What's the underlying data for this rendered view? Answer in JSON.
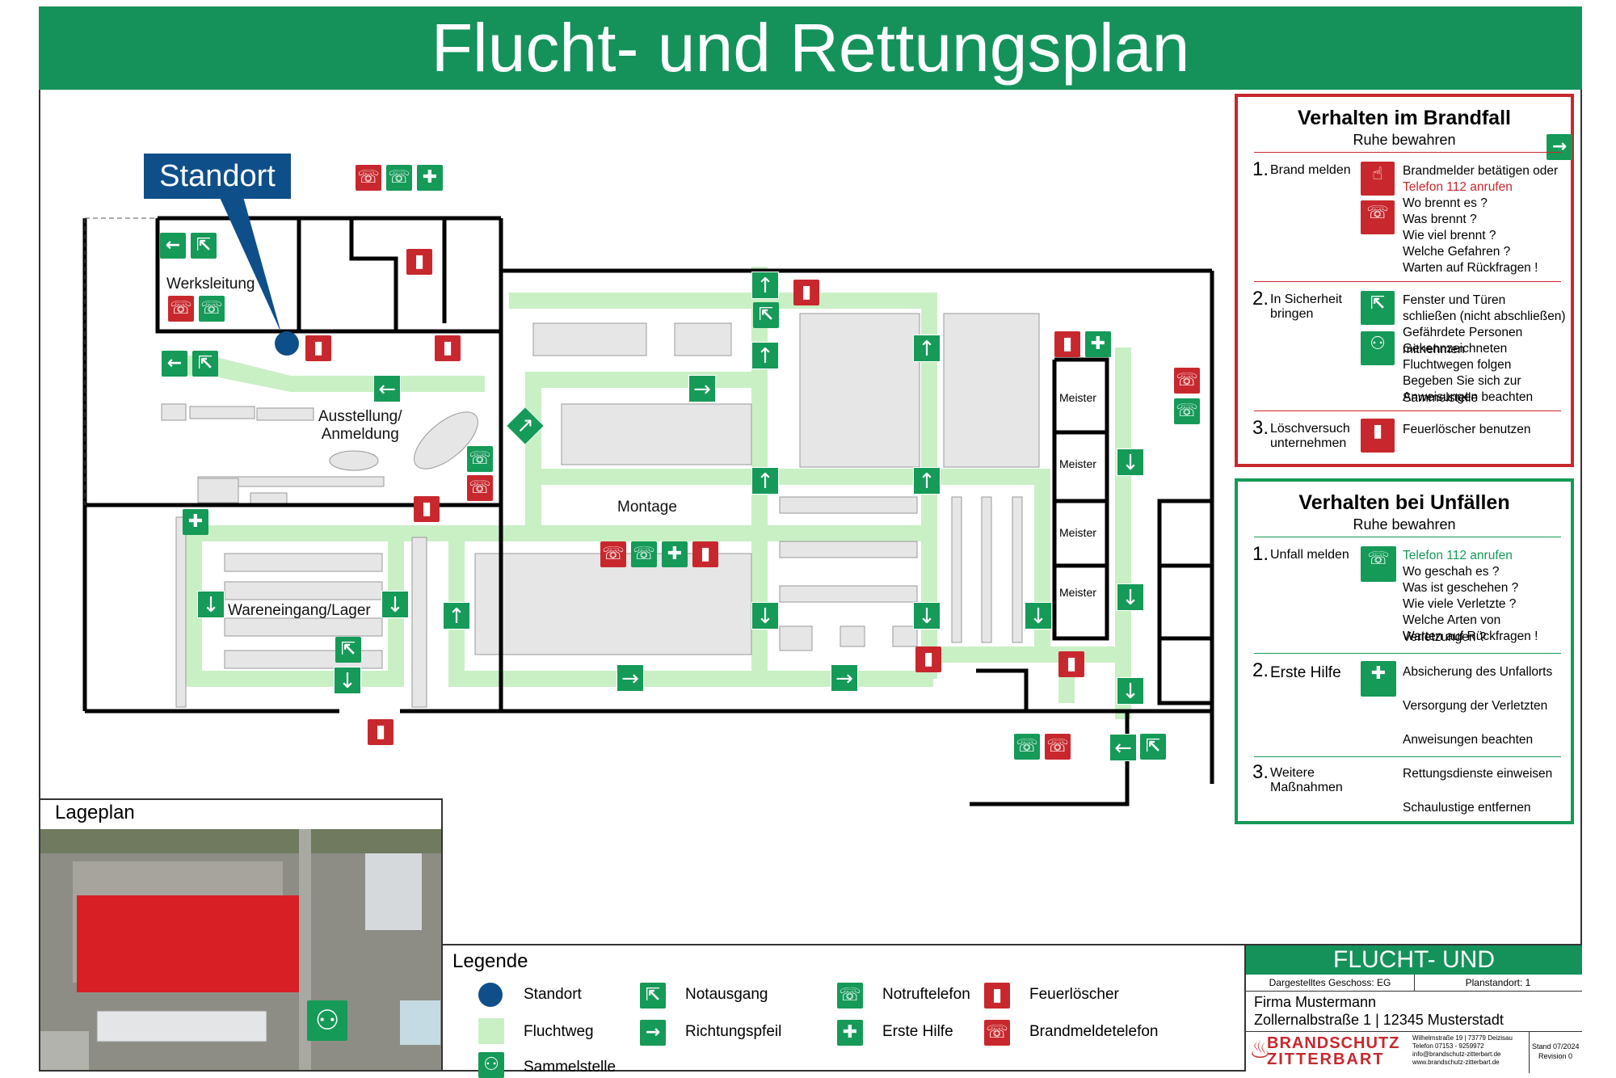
{
  "title": "Flucht- und Rettungsplan",
  "standort_label": "Standort",
  "rooms": {
    "werksleitung": "Werksleitung",
    "ausstellung": "Ausstellung/\nAnmeldung",
    "montage": "Montage",
    "wareneingang": "Wareneingang/Lager",
    "meister": [
      "Meister",
      "Meister",
      "Meister",
      "Meister"
    ]
  },
  "brandfall": {
    "title": "Verhalten im Brandfall",
    "subtitle": "Ruhe bewahren",
    "steps": [
      {
        "num": "1.",
        "label": "Brand melden",
        "lines": [
          "Brandmelder betätigen oder",
          "Telefon 112 anrufen",
          "Wo brennt es ?",
          "Was brennt ?",
          "Wie viel brennt ?",
          "Welche Gefahren ?",
          "Warten auf Rückfragen !"
        ]
      },
      {
        "num": "2.",
        "label": "In Sicherheit\nbringen",
        "lines": [
          "Fenster und Türen",
          "schließen (nicht abschließen)",
          "Gefährdete Personen mitnehmen",
          "Gekennzeichneten",
          "Fluchtwegen folgen",
          "Begeben Sie sich zur Sammelstelle",
          "Anweisungen beachten"
        ]
      },
      {
        "num": "3.",
        "label": "Löschversuch\nunternehmen",
        "lines": [
          "Feuerlöscher benutzen"
        ]
      }
    ],
    "color": "#c8282d"
  },
  "unfall": {
    "title": "Verhalten bei Unfällen",
    "subtitle": "Ruhe bewahren",
    "steps": [
      {
        "num": "1.",
        "label": "Unfall melden",
        "lines": [
          "Telefon 112 anrufen",
          "Wo geschah es ?",
          "Was ist geschehen ?",
          "Wie viele Verletzte ?",
          "Welche Arten von Verletzungen ?",
          "Warten auf Rückfragen !"
        ]
      },
      {
        "num": "2.",
        "label": "Erste Hilfe",
        "lines": [
          "Absicherung des Unfallorts",
          "Versorgung der Verletzten",
          "Anweisungen beachten"
        ]
      },
      {
        "num": "3.",
        "label": "Weitere\nMaßnahmen",
        "lines": [
          "Rettungsdienste einweisen",
          "Schaulustige entfernen"
        ]
      }
    ],
    "color": "#159a58"
  },
  "lageplan_title": "Lageplan",
  "legende": {
    "title": "Legende",
    "items": [
      "Standort",
      "Fluchtweg",
      "Sammelstelle",
      "Notausgang",
      "Richtungspfeil",
      "Notruftelefon",
      "Erste Hilfe",
      "Feuerlöscher",
      "Brandmeldetelefon"
    ]
  },
  "footer": {
    "banner": "FLUCHT- UND RETTUNGSPLAN",
    "geschoss": "Dargestelltes Geschoss: EG",
    "planstandort": "Planstandort: 1",
    "firma": "Firma Mustermann",
    "adresse": "Zollernalbstraße 1 | 12345 Musterstadt",
    "brand1": "BRANDSCHUTZ",
    "brand2": "ZITTERBART",
    "contact1": "Wilhelmstraße 19 | 73779 Deizisau",
    "contact2": "Telefon 07153 - 9259972",
    "contact3": "info@brandschutz-zitterbart.de",
    "contact4": "www.brandschutz-zitterbart.de",
    "stand": "Stand 07/2024",
    "revision": "Revision 0"
  },
  "colors": {
    "green": "#159a58",
    "red": "#c8282d",
    "route": "#c9f0c5",
    "standort": "#0e4f8a"
  }
}
